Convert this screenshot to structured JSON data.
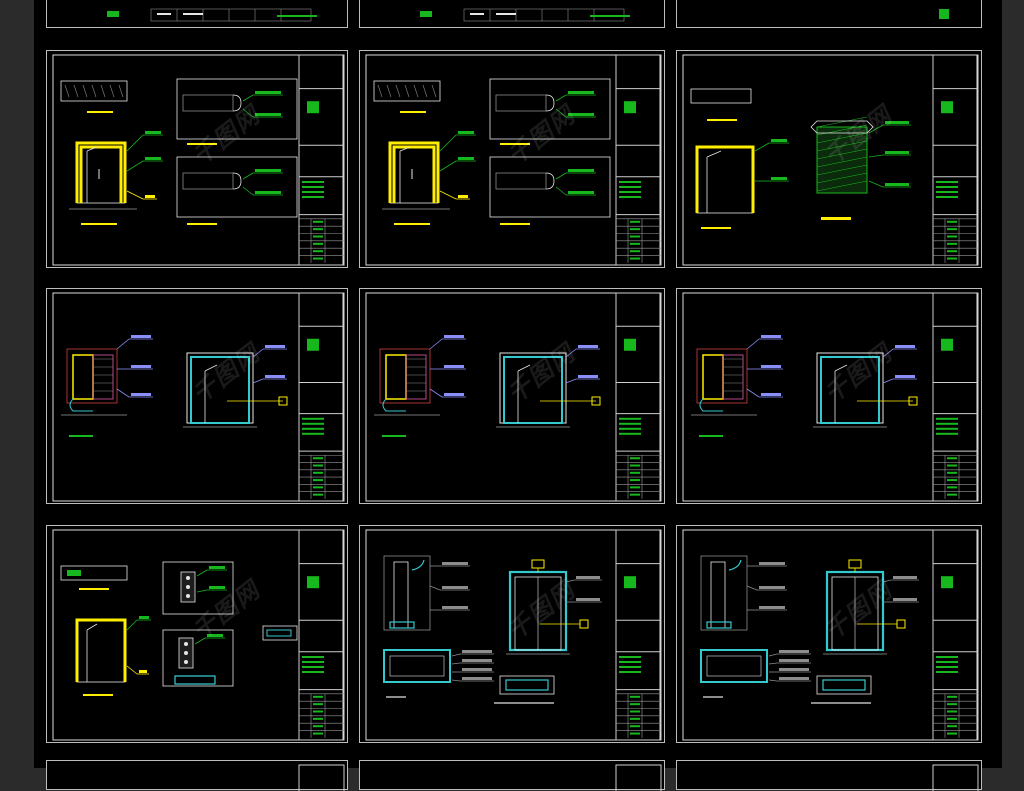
{
  "colors": {
    "page_bg": "#2b2b2b",
    "board_bg": "#000000",
    "frame_line": "#bdbdbd",
    "yellow": "#ffee00",
    "green": "#17b81d",
    "cyan": "#33c9cf",
    "blue_label": "#8a8ef8",
    "red": "#d04040",
    "magenta": "#e05aa6",
    "white": "#e6e6e6",
    "grey": "#8c8c8c"
  },
  "watermark": {
    "text": "千图网",
    "name": "qiantu-watermark"
  },
  "sheets": [
    {
      "name": "sheet-r0-c0",
      "variant": "strip",
      "title_icon": "title-block-icon"
    },
    {
      "name": "sheet-r0-c1",
      "variant": "strip",
      "title_icon": "title-block-icon"
    },
    {
      "name": "sheet-r0-c2",
      "variant": "strip-mini",
      "title_icon": "title-block-icon"
    },
    {
      "name": "sheet-r1-c0",
      "variant": "door-yellow",
      "title_icon": "title-block-icon"
    },
    {
      "name": "sheet-r1-c1",
      "variant": "door-yellow",
      "title_icon": "title-block-icon"
    },
    {
      "name": "sheet-r1-c2",
      "variant": "door-hatch",
      "title_icon": "title-block-icon"
    },
    {
      "name": "sheet-r2-c0",
      "variant": "frame-cyan",
      "title_icon": "title-block-icon"
    },
    {
      "name": "sheet-r2-c1",
      "variant": "frame-cyan",
      "title_icon": "title-block-icon"
    },
    {
      "name": "sheet-r2-c2",
      "variant": "frame-cyan",
      "title_icon": "title-block-icon"
    },
    {
      "name": "sheet-r3-c0",
      "variant": "door-yellow-details",
      "title_icon": "title-block-icon"
    },
    {
      "name": "sheet-r3-c1",
      "variant": "frame-cyan-details",
      "title_icon": "title-block-icon"
    },
    {
      "name": "sheet-r3-c2",
      "variant": "frame-cyan-details",
      "title_icon": "title-block-icon"
    },
    {
      "name": "sheet-r4-c0",
      "variant": "strip-top",
      "title_icon": "title-block-icon"
    },
    {
      "name": "sheet-r4-c1",
      "variant": "strip-top",
      "title_icon": "title-block-icon"
    },
    {
      "name": "sheet-r4-c2",
      "variant": "strip-top",
      "title_icon": "title-block-icon"
    }
  ]
}
